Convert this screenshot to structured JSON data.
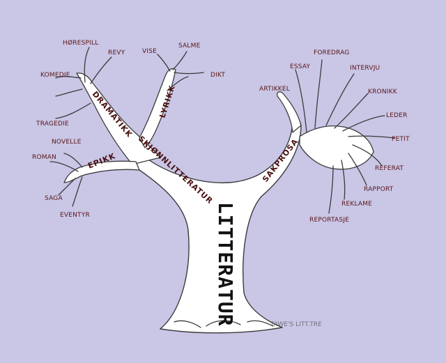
{
  "title": "LITTERATUR",
  "branches": {
    "fiction": "SKJØNNLITTERATUR",
    "nonfiction": "SAKPROSA",
    "drama": "DRAMATIKK",
    "poetry": "LYRIKK",
    "epic": "EPIKK"
  },
  "leaves": {
    "drama": [
      "HØRESPILL",
      "REVY",
      "KOMEDIE",
      "TRAGEDIE"
    ],
    "poetry": [
      "VISE",
      "SALME",
      "DIKT"
    ],
    "epic": [
      "NOVELLE",
      "ROMAN",
      "SAGA",
      "EVENTYR"
    ],
    "nonfiction": [
      "ARTIKKEL",
      "ESSAY",
      "FOREDRAG",
      "INTERVJU",
      "KRONIKK",
      "LEDER",
      "PETIT",
      "REFERAT",
      "RAPPORT",
      "REKLAME",
      "REPORTASJE"
    ]
  },
  "credit": "TAWE'S LITT.TRE",
  "colors": {
    "background": "#c9c6e6",
    "label": "#5a1616",
    "outline": "#3a3a3a"
  }
}
